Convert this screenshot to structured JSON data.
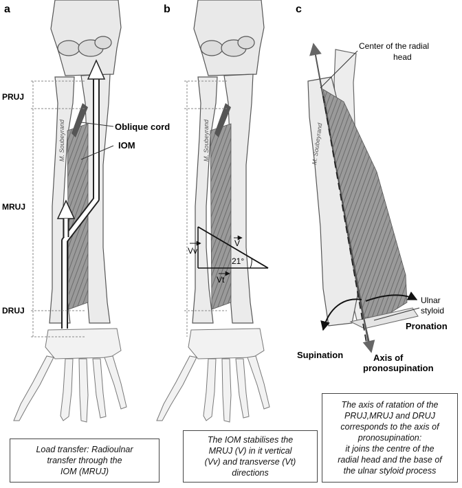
{
  "panels": {
    "a": {
      "letter": "a",
      "levels": {
        "pruj": "PRUJ",
        "mruj": "MRUJ",
        "druj": "DRUJ"
      },
      "labels": {
        "oblique_cord": "Oblique cord",
        "iom": "IOM"
      },
      "caption": "Load transfer: Radioulnar\ntransfer through the\nIOM (MRUJ)"
    },
    "b": {
      "letter": "b",
      "labels": {
        "v": "V",
        "vv": "Vv",
        "vt": "Vt",
        "angle": "21°"
      },
      "caption": "The IOM stabilises the\nMRUJ (V) in it vertical\n(Vv) and transverse (Vt)\ndirections"
    },
    "c": {
      "letter": "c",
      "labels": {
        "radial_head": "Center of the radial\nhead",
        "ulnar_styloid": "Ulnar\nstyloid",
        "pronation": "Pronation",
        "supination": "Supination",
        "axis": "Axis of\npronosupination"
      },
      "caption": "The axis of ratation of the\nPRUJ,MRUJ and DRUJ\ncorresponds to the axis of\npronosupination:\nit joins the centre of the\nradial head and the base of\nthe ulnar styloid process"
    }
  },
  "signature": "M. Soubeyrand",
  "colors": {
    "bone": "#e9e9e9",
    "outline": "#555555",
    "muscle": "#8a8a8a",
    "cord": "#555555",
    "arrow_fill": "#ffffff",
    "line": "#111111"
  }
}
